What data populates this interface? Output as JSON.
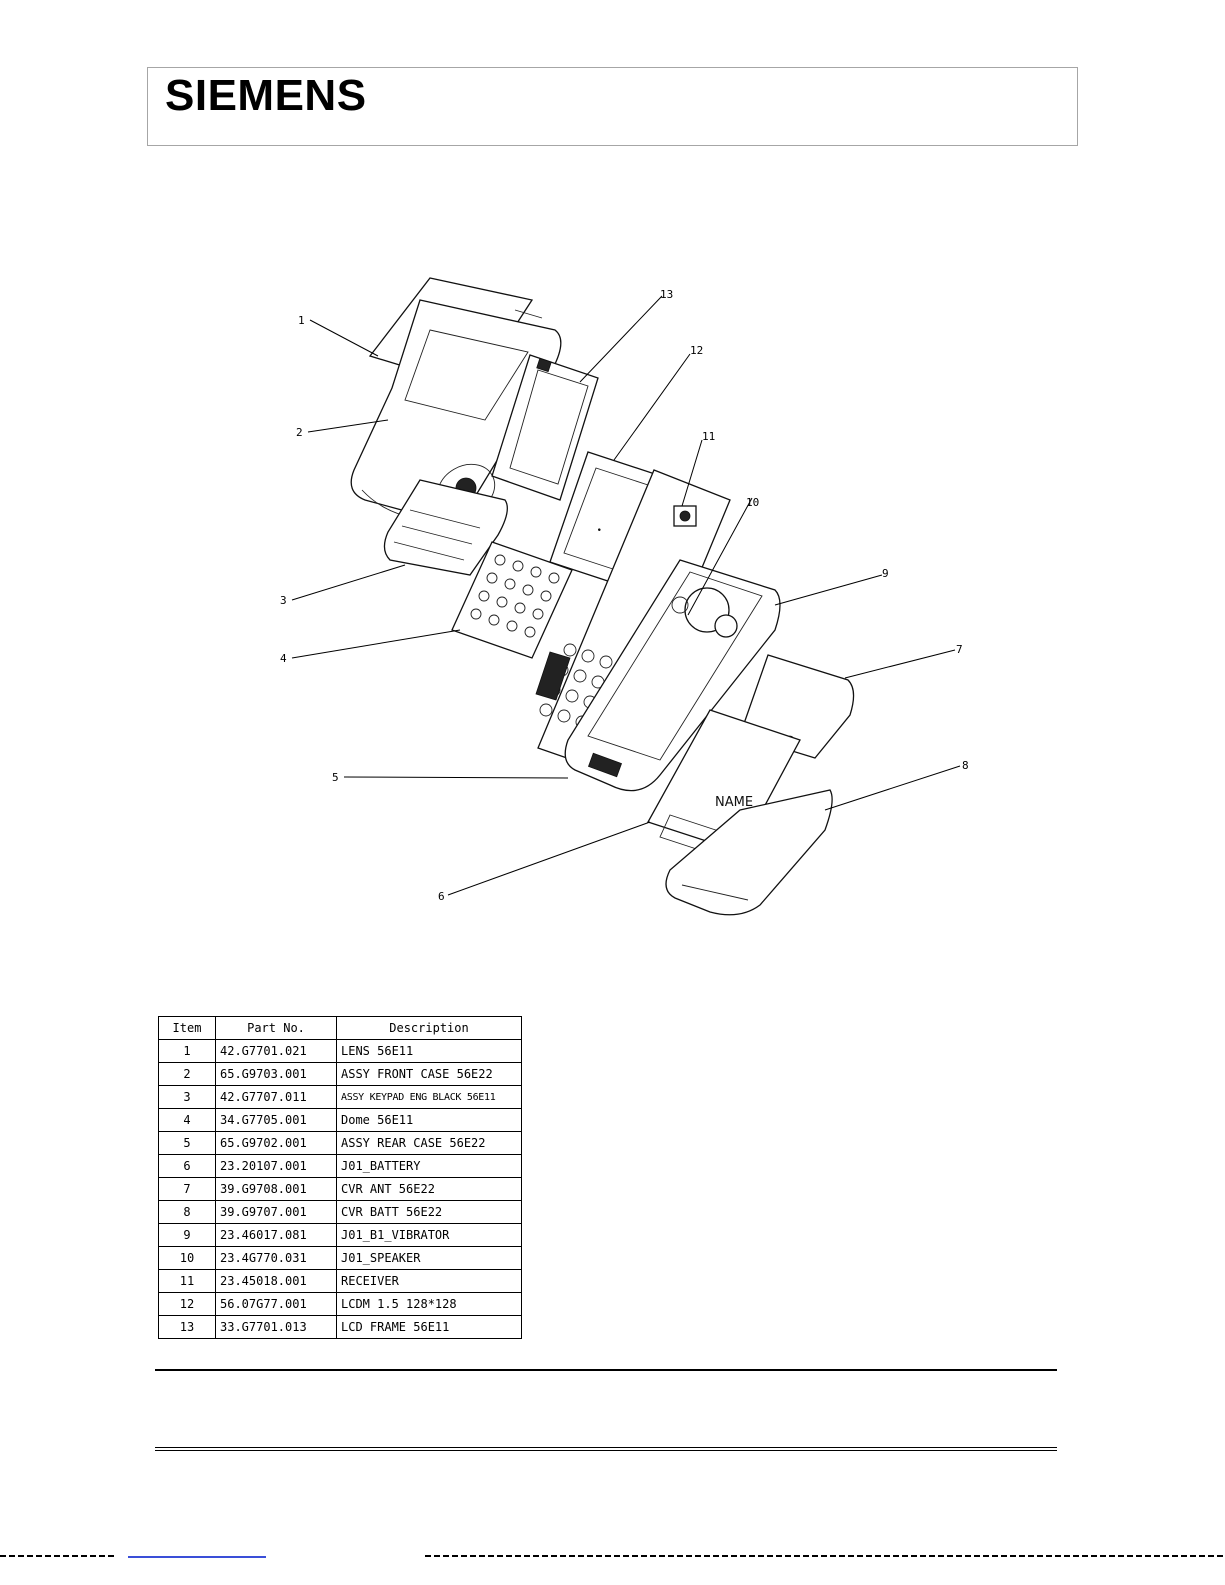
{
  "header": {
    "logo_text": "SIEMENS"
  },
  "diagram": {
    "callouts": [
      "1",
      "2",
      "3",
      "4",
      "5",
      "6",
      "7",
      "8",
      "9",
      "10",
      "11",
      "12",
      "13"
    ],
    "label_text": "NAME"
  },
  "parts_table": {
    "headers": [
      "Item",
      "Part No.",
      "Description"
    ],
    "rows": [
      [
        "1",
        "42.G7701.021",
        "LENS 56E11"
      ],
      [
        "2",
        "65.G9703.001",
        "ASSY FRONT CASE 56E22"
      ],
      [
        "3",
        "42.G7707.011",
        "ASSY KEYPAD ENG BLACK 56E11"
      ],
      [
        "4",
        "34.G7705.001",
        "Dome 56E11"
      ],
      [
        "5",
        "65.G9702.001",
        "ASSY REAR CASE 56E22"
      ],
      [
        "6",
        "23.20107.001",
        "J01_BATTERY"
      ],
      [
        "7",
        "39.G9708.001",
        "CVR ANT 56E22"
      ],
      [
        "8",
        "39.G9707.001",
        "CVR BATT 56E22"
      ],
      [
        "9",
        "23.46017.081",
        "J01_B1_VIBRATOR"
      ],
      [
        "10",
        "23.4G770.031",
        "J01_SPEAKER"
      ],
      [
        "11",
        "23.45018.001",
        "RECEIVER"
      ],
      [
        "12",
        "56.07G77.001",
        "LCDM 1.5 128*128"
      ],
      [
        "13",
        "33.G7701.013",
        "LCD FRAME 56E11"
      ]
    ]
  }
}
